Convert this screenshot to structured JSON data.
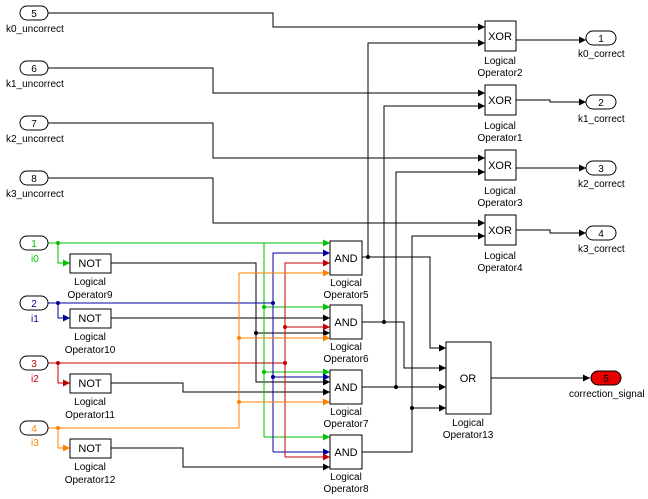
{
  "colors": {
    "wire": "#000000",
    "i0": "#00c000",
    "i1": "#000099",
    "i2": "#c00000",
    "i3": "#ff8000",
    "out_port_fill": "#e80000"
  },
  "inports": {
    "k0": {
      "num": "5",
      "label": "k0_uncorrect"
    },
    "k1": {
      "num": "6",
      "label": "k1_uncorrect"
    },
    "k2": {
      "num": "7",
      "label": "k2_uncorrect"
    },
    "k3": {
      "num": "8",
      "label": "k3_uncorrect"
    },
    "i0": {
      "num": "1",
      "label": "i0"
    },
    "i1": {
      "num": "2",
      "label": "i1"
    },
    "i2": {
      "num": "3",
      "label": "i2"
    },
    "i3": {
      "num": "4",
      "label": "i3"
    }
  },
  "outports": {
    "k0c": {
      "num": "1",
      "label": "k0_correct"
    },
    "k1c": {
      "num": "2",
      "label": "k1_correct"
    },
    "k2c": {
      "num": "3",
      "label": "k2_correct"
    },
    "k3c": {
      "num": "4",
      "label": "k3_correct"
    },
    "corr": {
      "num": "5",
      "label": "correction_signal"
    }
  },
  "blocks": {
    "xor1": {
      "op": "XOR",
      "l1": "Logical",
      "l2": "Operator2"
    },
    "xor2": {
      "op": "XOR",
      "l1": "Logical",
      "l2": "Operator1"
    },
    "xor3": {
      "op": "XOR",
      "l1": "Logical",
      "l2": "Operator3"
    },
    "xor4": {
      "op": "XOR",
      "l1": "Logical",
      "l2": "Operator4"
    },
    "not9": {
      "op": "NOT",
      "l1": "Logical",
      "l2": "Operator9"
    },
    "not10": {
      "op": "NOT",
      "l1": "Logical",
      "l2": "Operator10"
    },
    "not11": {
      "op": "NOT",
      "l1": "Logical",
      "l2": "Operator11"
    },
    "not12": {
      "op": "NOT",
      "l1": "Logical",
      "l2": "Operator12"
    },
    "and5": {
      "op": "AND",
      "l1": "Logical",
      "l2": "Operator5"
    },
    "and6": {
      "op": "AND",
      "l1": "Logical",
      "l2": "Operator6"
    },
    "and7": {
      "op": "AND",
      "l1": "Logical",
      "l2": "Operator7"
    },
    "and8": {
      "op": "AND",
      "l1": "Logical",
      "l2": "Operator8"
    },
    "or13": {
      "op": "OR",
      "l1": "Logical",
      "l2": "Operator13"
    }
  }
}
